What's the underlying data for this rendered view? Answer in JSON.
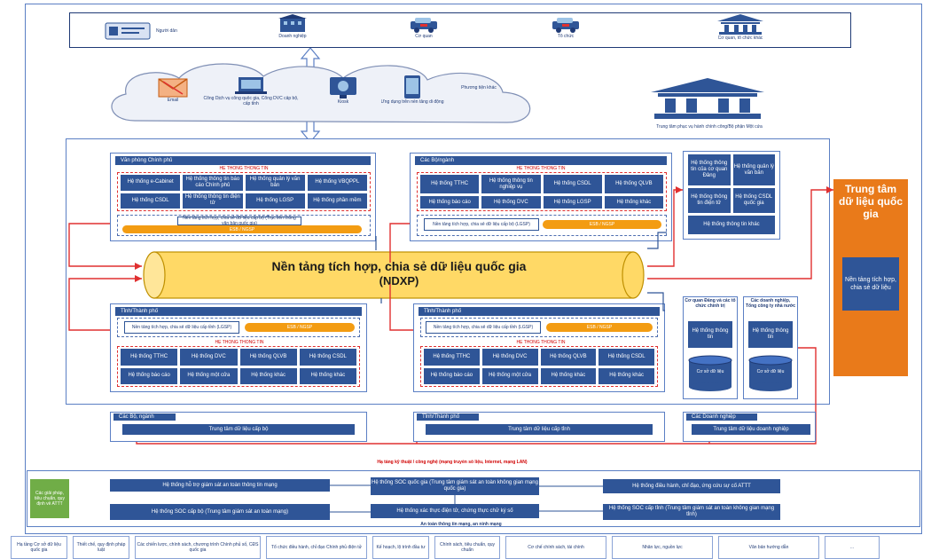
{
  "top_bar": {
    "items": [
      {
        "label": "Người dân",
        "icon": "id-card-icon"
      },
      {
        "label": "Doanh nghiệp",
        "icon": "building-icon"
      },
      {
        "label": "Cơ quan",
        "icon": "car-icon"
      },
      {
        "label": "Tổ chức",
        "icon": "car-icon"
      },
      {
        "label": "Cơ quan, tổ chức khác",
        "icon": "government-icon"
      }
    ]
  },
  "cloud": {
    "items": [
      {
        "label": "Email",
        "icon": "email-icon"
      },
      {
        "label": "Cổng Dịch vụ công quốc gia, Cổng DVC cấp bộ, cấp tỉnh",
        "icon": "laptop-icon"
      },
      {
        "label": "Kiosk",
        "icon": "monitor-icon"
      },
      {
        "label": "Ứng dụng trên nền tảng di động",
        "icon": "tablet-icon"
      }
    ],
    "note": "Phương tiện khác"
  },
  "service_center": {
    "label": "Trung tâm phục vụ hành chính công/Bộ phận Một cửa"
  },
  "blocks": {
    "gov_office": {
      "title": "Văn phòng Chính phủ",
      "red_caption": "HỆ THỐNG THÔNG TIN",
      "cells": [
        "Hệ thống e-Cabinet",
        "Hệ thống thông tin báo cáo Chính phủ",
        "Hệ thống quản lý văn bản",
        "Hệ thống VBQPPL",
        "Hệ thống CSDL",
        "Hệ thống thông tin điện tử",
        "Hệ thống LGSP",
        "Hệ thống phần mềm"
      ],
      "pill1": "Nền tảng tích hợp, chia sẻ dữ liệu cấp bộ (Trục liên thông văn bản quốc gia)",
      "pill2": "ESB / NGSP"
    },
    "ministries": {
      "title": "Các Bộ/ngành",
      "red_caption": "HỆ THỐNG THÔNG TIN",
      "cells": [
        "Hệ thống TTHC",
        "Hệ thống thông tin nghiệp vụ",
        "Hệ thống CSDL",
        "Hệ thống QLVB",
        "Hệ thống báo cáo",
        "Hệ thống DVC",
        "Hệ thống LGSP",
        "Hệ thống khác"
      ],
      "pill1": "Nền tảng tích hợp, chia sẻ dữ liệu cấp bộ (LGSP)",
      "pill2": "ESB / NGSP"
    },
    "province_left": {
      "title": "Tỉnh/Thành phố",
      "pill1": "Nền tảng tích hợp, chia sẻ dữ liệu cấp tỉnh (LGSP)",
      "pill2": "ESB / NGSP",
      "red_caption": "HỆ THỐNG THÔNG TIN",
      "cells": [
        "Hệ thống TTHC",
        "Hệ thống DVC",
        "Hệ thống QLVB",
        "Hệ thống CSDL",
        "Hệ thống báo cáo",
        "Hệ thống một cửa",
        "Hệ thống khác",
        "Hệ thống khác"
      ]
    },
    "province_right": {
      "title": "Tỉnh/Thành phố",
      "pill1": "Nền tảng tích hợp, chia sẻ dữ liệu cấp tỉnh (LGSP)",
      "pill2": "ESB / NGSP",
      "red_caption": "HỆ THỐNG THÔNG TIN",
      "cells": [
        "Hệ thống TTHC",
        "Hệ thống DVC",
        "Hệ thống QLVB",
        "Hệ thống CSDL",
        "Hệ thống báo cáo",
        "Hệ thống một cửa",
        "Hệ thống khác",
        "Hệ thống khác"
      ]
    }
  },
  "right_column": {
    "cells": [
      "Hệ thống thông tin của cơ quan Đảng",
      "Hệ thống quản lý văn bản",
      "Hệ thống thông tin điện tử",
      "Hệ thống CSDL quốc gia",
      "Hệ thống thông tin khác"
    ],
    "orgs": [
      {
        "title": "Cơ quan Đảng và các tổ chức chính trị",
        "system": "Hệ thống thông tin",
        "db": "Cơ sở dữ liệu"
      },
      {
        "title": "Các doanh nghiệp, Tổng công ty nhà nước",
        "system": "Hệ thống thông tin",
        "db": "Cơ sở dữ liệu"
      }
    ]
  },
  "ndxp": {
    "line1": "Nền tảng tích hợp, chia sẻ dữ liệu quốc gia",
    "line2": "(NDXP)"
  },
  "data_center": {
    "title": "Trung tâm dữ liệu quốc gia",
    "inner": "Nền tảng tích hợp, chia sẻ dữ liệu"
  },
  "lower_row": [
    {
      "title": "Các Bộ, ngành",
      "body": "Trung tâm dữ liệu cấp bộ"
    },
    {
      "title": "Tỉnh/Thành phố",
      "body": "Trung tâm dữ liệu cấp tỉnh"
    },
    {
      "title": "Các Doanh nghiệp",
      "body": "Trung tâm dữ liệu doanh nghiệp"
    }
  ],
  "infra_caption": "Hạ tầng kỹ thuật / công nghệ (mạng truyền số liệu, Internet, mạng LAN)",
  "security": {
    "side": "Các giải pháp, tiêu chuẩn, quy định về ATTT",
    "left": [
      "Hệ thống hỗ trợ giám sát an toàn thông tin mạng",
      "Hệ thống SOC cấp bộ (Trung tâm giám sát an toàn mạng)"
    ],
    "center": [
      "Hệ thống SOC quốc gia (Trung tâm giám sát an toàn không gian mạng quốc gia)",
      "Hệ thống xác thực điện tử, chứng thực chữ ký số"
    ],
    "right": [
      "Hệ thống điều hành, chỉ đạo, ứng cứu sự cố ATTT",
      "Hệ thống SOC cấp tỉnh (Trung tâm giám sát an toàn không gian mạng tỉnh)"
    ],
    "caption": "An toàn thông tin mạng, an ninh mạng"
  },
  "bottom_bar": [
    "Hạ tầng Cơ sở dữ liệu quốc gia",
    "Thiết chế, quy định pháp luật",
    "Các chiến lược, chính sách, chương trình Chính phủ số, CĐS quốc gia",
    "Tổ chức điều hành, chỉ đạo Chính phủ điện tử",
    "Kế hoạch, lộ trình đầu tư",
    "Chính sách, tiêu chuẩn, quy chuẩn",
    "Cơ chế chính sách, tài chính",
    "Nhân lực, nguồn lực",
    "Văn bản hướng dẫn",
    "..."
  ]
}
